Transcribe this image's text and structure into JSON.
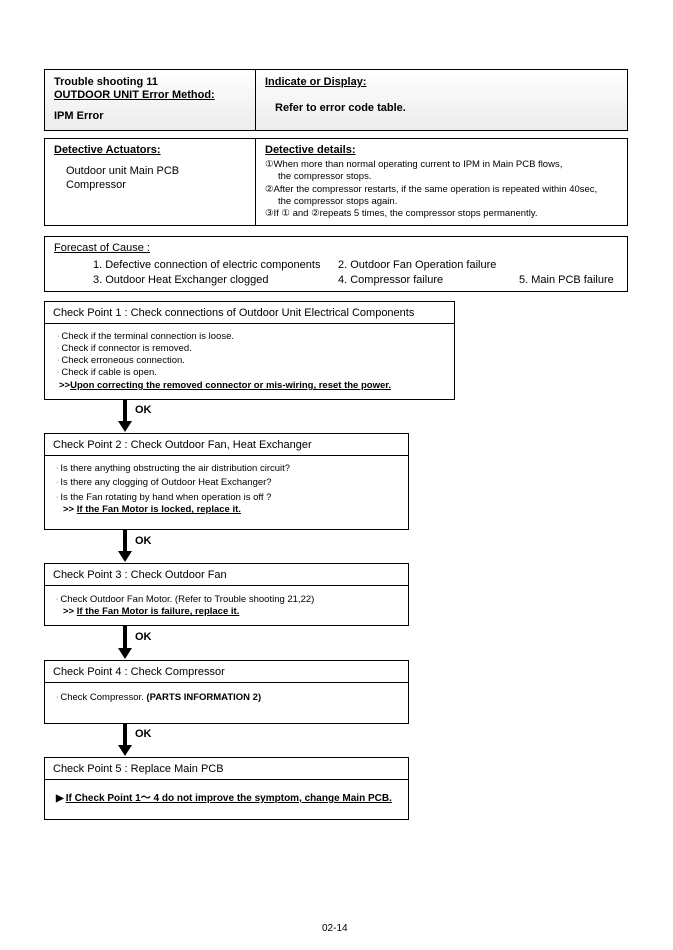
{
  "header": {
    "title_line1": "Trouble shooting  11",
    "title_line2": "OUTDOOR UNIT Error Method:",
    "error_name": "IPM Error",
    "indicate_label": "Indicate or Display:",
    "indicate_text": "Refer to error code table."
  },
  "actuators": {
    "label": "Detective Actuators:",
    "items": [
      "Outdoor unit Main PCB",
      "Compressor"
    ]
  },
  "details": {
    "label": "Detective details:",
    "line1": "①When more than normal operating current to IPM in Main PCB flows,",
    "line1b": "the compressor stops.",
    "line2": "②After the compressor restarts, if the same operation is repeated within 40sec,",
    "line2b": "the compressor stops again.",
    "line3": "③If ① and  ②repeats 5 times, the compressor stops permanently."
  },
  "forecast": {
    "label": "Forecast of  Cause :",
    "c1": "1. Defective connection of electric components",
    "c2": "2. Outdoor Fan Operation failure",
    "c3": "3. Outdoor Heat Exchanger clogged",
    "c4": "4. Compressor failure",
    "c5": "5. Main PCB failure"
  },
  "cp1": {
    "title": "Check Point 1 : Check connections of Outdoor Unit Electrical Components",
    "l1": "Check if the terminal connection is loose.",
    "l2": "Check if connector is removed.",
    "l3": "Check erroneous connection.",
    "l4": "Check if cable is open.",
    "action_prefix": ">>",
    "action": "Upon correcting the removed connector or mis-wiring, reset the power."
  },
  "cp2": {
    "title": "Check Point 2 : Check Outdoor Fan, Heat Exchanger",
    "l1": "Is there anything obstructing the air distribution circuit?",
    "l2": "Is there any clogging of Outdoor Heat Exchanger?",
    "l3": "Is the Fan rotating by hand when operation is off ?",
    "action_prefix": ">> ",
    "action": "If the Fan Motor is locked, replace it."
  },
  "cp3": {
    "title": "Check Point 3 : Check Outdoor Fan",
    "l1": "Check Outdoor Fan Motor. (Refer to Trouble shooting 21,22)",
    "action_prefix": ">> ",
    "action": "If the Fan Motor is failure, replace it."
  },
  "cp4": {
    "title": "Check Point 4 : Check Compressor",
    "l1": "Check Compressor. ",
    "l1_bold": "(PARTS INFORMATION 2)"
  },
  "cp5": {
    "title": "Check Point 5 : Replace Main PCB",
    "marker": "▶",
    "action": "If Check Point 1〜 4 do not improve the symptom, change Main PCB."
  },
  "ok_label": "OK",
  "bullet": "·",
  "page_number": "02-14"
}
